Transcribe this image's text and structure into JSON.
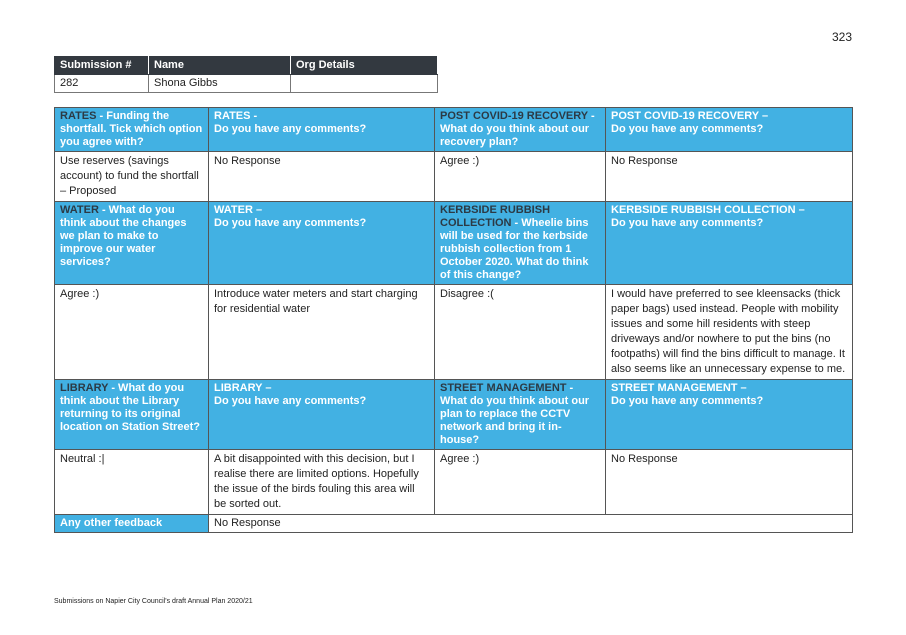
{
  "page_number": "323",
  "submission": {
    "headers": [
      "Submission #",
      "Name",
      "Org Details"
    ],
    "values": [
      "282",
      "Shona Gibbs",
      ""
    ]
  },
  "rows": [
    {
      "type": "header",
      "cells": [
        {
          "key": "RATES",
          "rest": " - Funding the shortfall. Tick which option you agree with?"
        },
        {
          "key": "",
          "rest": "RATES -\nDo you have any comments?"
        },
        {
          "key": "POST COVID-19 RECOVERY",
          "rest": " - What do you think about our recovery plan?"
        },
        {
          "key": "",
          "rest": "POST COVID-19 RECOVERY –\nDo you have any comments?"
        }
      ]
    },
    {
      "type": "answer",
      "cells": [
        "Use reserves (savings account) to fund the shortfall – Proposed",
        "No Response",
        "Agree :)",
        "No Response"
      ]
    },
    {
      "type": "header",
      "cells": [
        {
          "key": "WATER",
          "rest": " - What do you think about the changes we plan to make to improve our water services?"
        },
        {
          "key": "",
          "rest": "WATER –\nDo you have any comments?"
        },
        {
          "key": "KERBSIDE RUBBISH COLLECTION",
          "rest": " - Wheelie bins will be used for the kerbside rubbish collection from 1 October 2020. What do think of this change?"
        },
        {
          "key": "",
          "rest": "KERBSIDE RUBBISH COLLECTION –\nDo you have any comments?"
        }
      ]
    },
    {
      "type": "answer",
      "cells": [
        "Agree :)",
        "Introduce water meters and start charging for residential water",
        "Disagree :(",
        "I would have preferred to see kleensacks (thick paper bags) used instead. People with mobility issues and some hill residents with steep driveways and/or nowhere to put the bins (no footpaths) will find the bins difficult to manage. It also seems like an unnecessary expense to me."
      ]
    },
    {
      "type": "header",
      "cells": [
        {
          "key": "LIBRARY",
          "rest": " - What do you think about the Library returning to its original location on Station Street?"
        },
        {
          "key": "",
          "rest": "LIBRARY –\nDo you have any comments?"
        },
        {
          "key": "STREET MANAGEMENT",
          "rest": " - What do you think about our plan to replace the CCTV network and bring it in-house?"
        },
        {
          "key": "",
          "rest": "STREET MANAGEMENT –\nDo you have any comments?"
        }
      ]
    },
    {
      "type": "answer",
      "cells": [
        "Neutral :|",
        "A bit disappointed with this decision, but I realise there are limited options. Hopefully the issue of the birds fouling this area will be sorted out.",
        "Agree :)",
        "No Response"
      ]
    }
  ],
  "other_feedback": {
    "label": "Any other feedback",
    "value": "No Response"
  },
  "footer": "Submissions on Napier City Council's draft Annual Plan 2020/21"
}
